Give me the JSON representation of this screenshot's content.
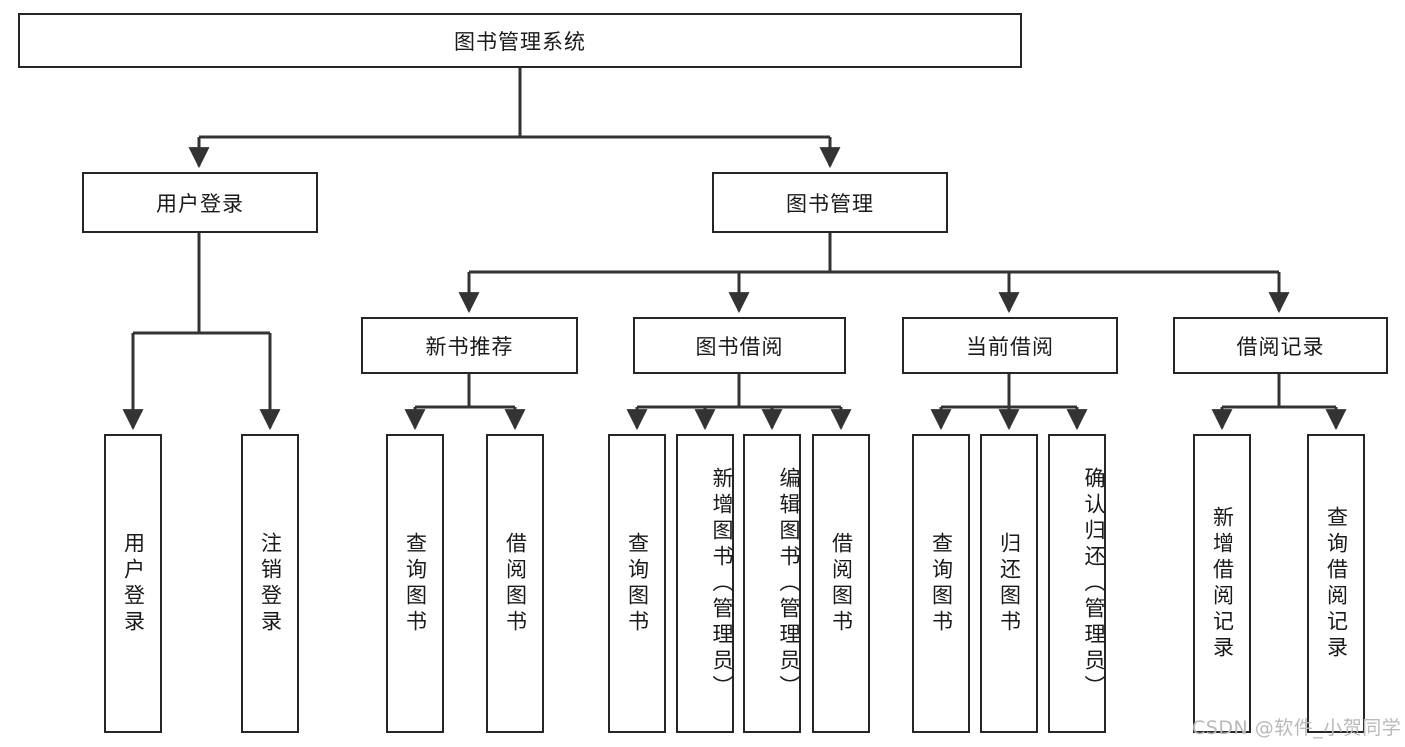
{
  "diagram": {
    "title": "图书管理系统",
    "type": "functional-decomposition-tree",
    "root": {
      "label": "图书管理系统"
    },
    "level2": [
      {
        "label": "用户登录"
      },
      {
        "label": "图书管理"
      }
    ],
    "level3": [
      {
        "label": "新书推荐"
      },
      {
        "label": "图书借阅"
      },
      {
        "label": "当前借阅"
      },
      {
        "label": "借阅记录"
      }
    ],
    "leaves": {
      "user_login": [
        {
          "label": "用户登录"
        },
        {
          "label": "注销登录"
        }
      ],
      "new_book_recommend": [
        {
          "label": "查询图书"
        },
        {
          "label": "借阅图书"
        }
      ],
      "book_borrow": [
        {
          "label": "查询图书"
        },
        {
          "label": "新增图书（管理员）"
        },
        {
          "label": "编辑图书（管理员）"
        },
        {
          "label": "借阅图书"
        }
      ],
      "current_borrow": [
        {
          "label": "查询图书"
        },
        {
          "label": "归还图书"
        },
        {
          "label": "确认归还（管理员）"
        }
      ],
      "borrow_record": [
        {
          "label": "新增借阅记录"
        },
        {
          "label": "查询借阅记录"
        }
      ]
    }
  },
  "watermark": {
    "text": "CSDN @软件_小贺同学"
  },
  "colors": {
    "box_border": "#262626",
    "box_fill": "#ffffff",
    "edge": "#333333",
    "text": "#1a1a1a",
    "watermark": "#b9b9b9"
  }
}
